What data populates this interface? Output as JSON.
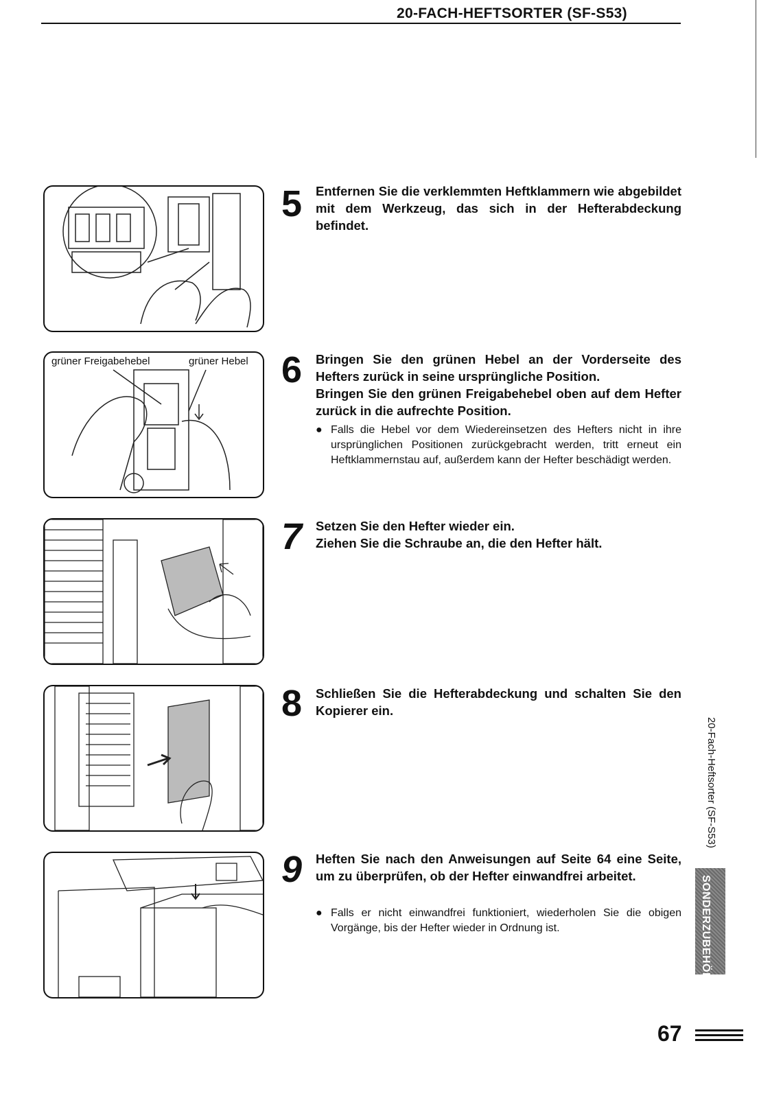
{
  "header": {
    "title": "20-FACH-HEFTSORTER (SF-S53)"
  },
  "steps": [
    {
      "number": "5",
      "lines": [
        "Entfernen Sie die verklemmten Heftklammern wie abgebildet mit dem Werkzeug, das sich in der Hefterabdeckung befindet."
      ]
    },
    {
      "number": "6",
      "lines": [
        "Bringen Sie den grünen Hebel an der Vorderseite des Hefters zurück in seine ursprüngliche Position.",
        "Bringen Sie den grünen Freigabehebel oben auf dem Hefter zurück in die aufrechte Position."
      ],
      "bullet": "Falls die Hebel vor dem Wiedereinsetzen des Hefters nicht in ihre ursprünglichen Positionen zurückgebracht werden, tritt erneut ein Heftklammernstau auf, außerdem kann der Hefter beschädigt werden."
    },
    {
      "number": "7",
      "lines": [
        "Setzen Sie den Hefter wieder ein.",
        "Ziehen Sie die Schraube an, die den Hefter hält."
      ]
    },
    {
      "number": "8",
      "lines": [
        "Schließen Sie die Hefterabdeckung und schalten Sie den Kopierer ein."
      ]
    },
    {
      "number": "9",
      "lines": [
        "Heften Sie nach den Anweisungen auf Seite 64 eine Seite, um zu überprüfen, ob der Hefter einwandfrei arbeitet."
      ],
      "bullet": "Falls er nicht einwandfrei funktioniert, wiederholen Sie die obigen Vorgänge, bis der Hefter wieder in Ordnung ist."
    }
  ],
  "figure_labels": {
    "release_lever": "grüner Freigabehebel",
    "lever": "grüner Hebel"
  },
  "bullet_symbol": "●",
  "sidebar": {
    "section": "20-Fach-Heftsorter (SF-S53)",
    "tab": "SONDERZUBEHÖR"
  },
  "page_number": "67"
}
